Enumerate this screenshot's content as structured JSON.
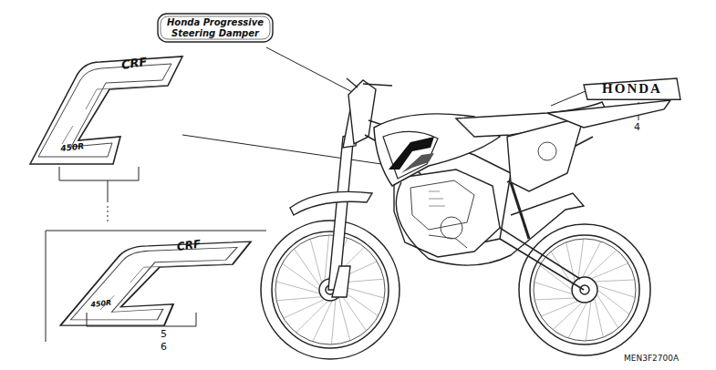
{
  "diagram": {
    "nodes": [
      {
        "text": [
          "Honda Progressive Steering Damper"
        ]
      },
      {
        "text": [
          "HONDA"
        ]
      }
    ],
    "labels": [
      "CRF",
      "450R",
      "CRF",
      "450R",
      "4",
      "5",
      "6",
      "MEN3F2700A"
    ]
  }
}
